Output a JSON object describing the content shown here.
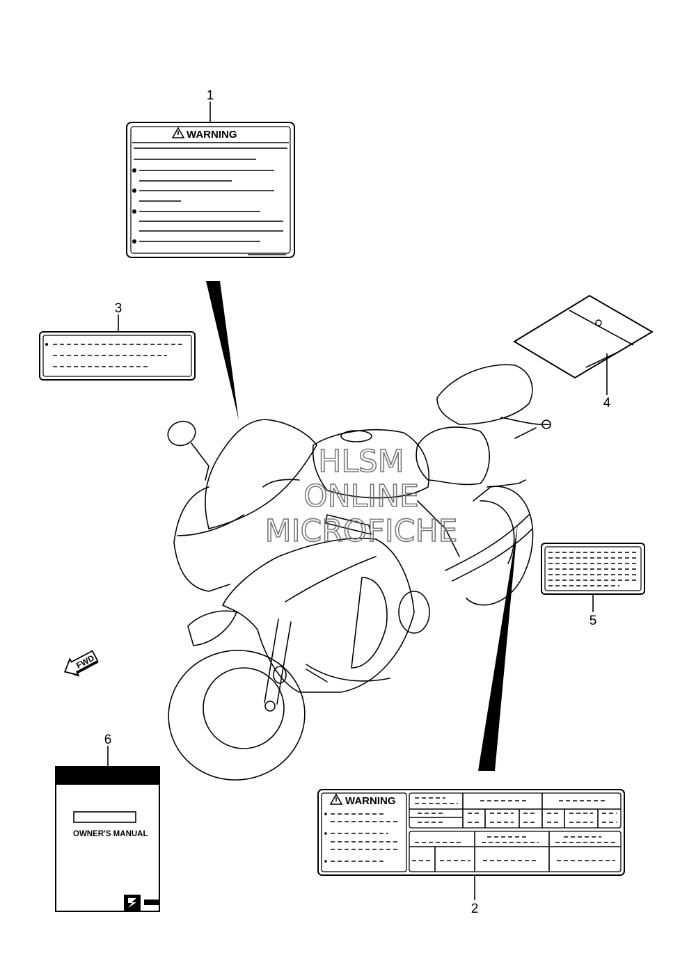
{
  "callouts": {
    "c1": "1",
    "c2": "2",
    "c3": "3",
    "c4": "4",
    "c5": "5",
    "c6": "6"
  },
  "labels": {
    "warning_1": "WARNING",
    "warning_2": "WARNING",
    "owners_manual": "OWNER'S MANUAL",
    "fwd": "FWD",
    "brand_mark": "SUZUKI"
  },
  "watermark": {
    "line1": "HLSM",
    "line2": "ONLINE",
    "line3": "MICROFICHE"
  },
  "icons": {
    "warning_triangle": "warning-triangle-icon",
    "fwd_arrow": "fwd-arrow-icon",
    "brand_logo": "suzuki-logo-icon"
  }
}
